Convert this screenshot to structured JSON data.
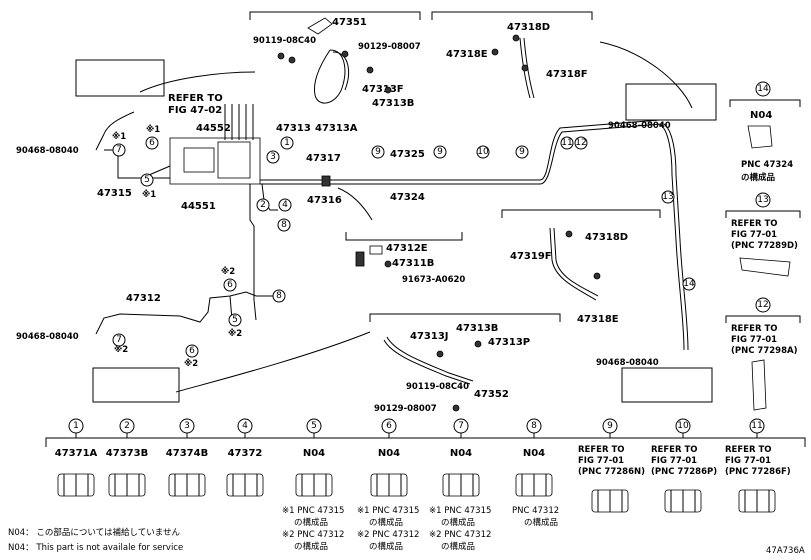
{
  "labels": {
    "p47351": "47351",
    "p90119_top": "90119-08C40",
    "p90129_top": "90129-08007",
    "p47313F": "47313F",
    "p47313B_top": "47313B",
    "p47313A": "47313A",
    "p47318D_top": "47318D",
    "p47318E_top": "47318E",
    "p47318F": "47318F",
    "refer_to_1": "REFER TO",
    "fig_47_02": "FIG 47-02",
    "p44552": "44552",
    "p47313": "47313",
    "p90468_left1": "90468-08040",
    "p47315": "47315",
    "p44551": "44551",
    "p47317": "47317",
    "p47325": "47325",
    "p47316": "47316",
    "p47324": "47324",
    "p90468_right1": "90468-08040",
    "p47312E": "47312E",
    "p47311B": "47311B",
    "p91673": "91673-A0620",
    "p47319F": "47319F",
    "p47318D_mid": "47318D",
    "p47318E_mid": "47318E",
    "p47312": "47312",
    "p90468_left2": "90468-08040",
    "p47313J": "47313J",
    "p47313B_mid": "47313B",
    "p47313P": "47313P",
    "p90119_mid": "90119-08C40",
    "p47352": "47352",
    "p90129_mid": "90129-08007",
    "p90468_right2": "90468-08040",
    "star1": "※1",
    "star2": "※2",
    "diagram_code": "47A736A"
  },
  "callouts": [
    "1",
    "2",
    "3",
    "4",
    "5",
    "6",
    "7",
    "8",
    "9",
    "10",
    "11",
    "12",
    "13",
    "14"
  ],
  "side_panels": {
    "p14_code": "N04",
    "p14_note1": "PNC 47324",
    "p14_note2": "の構成品",
    "p13_ref": "REFER TO",
    "p13_fig": "FIG 77-01",
    "p13_pnc": "(PNC 77289D)",
    "p12_ref": "REFER TO",
    "p12_fig": "FIG 77-01",
    "p12_pnc": "(PNC 77298A)"
  },
  "legend": [
    {
      "num": "1",
      "code": "47371A"
    },
    {
      "num": "2",
      "code": "47373B"
    },
    {
      "num": "3",
      "code": "47374B"
    },
    {
      "num": "4",
      "code": "47372"
    },
    {
      "num": "5",
      "code": "N04",
      "note1": "※1 PNC 47315",
      "note2": "の構成品",
      "note3": "※2 PNC 47312",
      "note4": "の構成品"
    },
    {
      "num": "6",
      "code": "N04",
      "note1": "※1 PNC 47315",
      "note2": "の構成品",
      "note3": "※2 PNC 47312",
      "note4": "の構成品"
    },
    {
      "num": "7",
      "code": "N04",
      "note1": "※1 PNC 47315",
      "note2": "の構成品",
      "note3": "※2 PNC 47312",
      "note4": "の構成品"
    },
    {
      "num": "8",
      "code": "N04",
      "note1": "PNC 47312",
      "note2": "の構成品"
    },
    {
      "num": "9",
      "ref": "REFER TO",
      "fig": "FIG 77-01",
      "pnc": "(PNC 77286N)"
    },
    {
      "num": "10",
      "ref": "REFER TO",
      "fig": "FIG 77-01",
      "pnc": "(PNC 77286P)"
    },
    {
      "num": "11",
      "ref": "REFER TO",
      "fig": "FIG 77-01",
      "pnc": "(PNC 77286F)"
    }
  ],
  "footnotes": {
    "line1": "N04： この部品については補給していません",
    "line2": "N04： This part is not availale for service"
  }
}
